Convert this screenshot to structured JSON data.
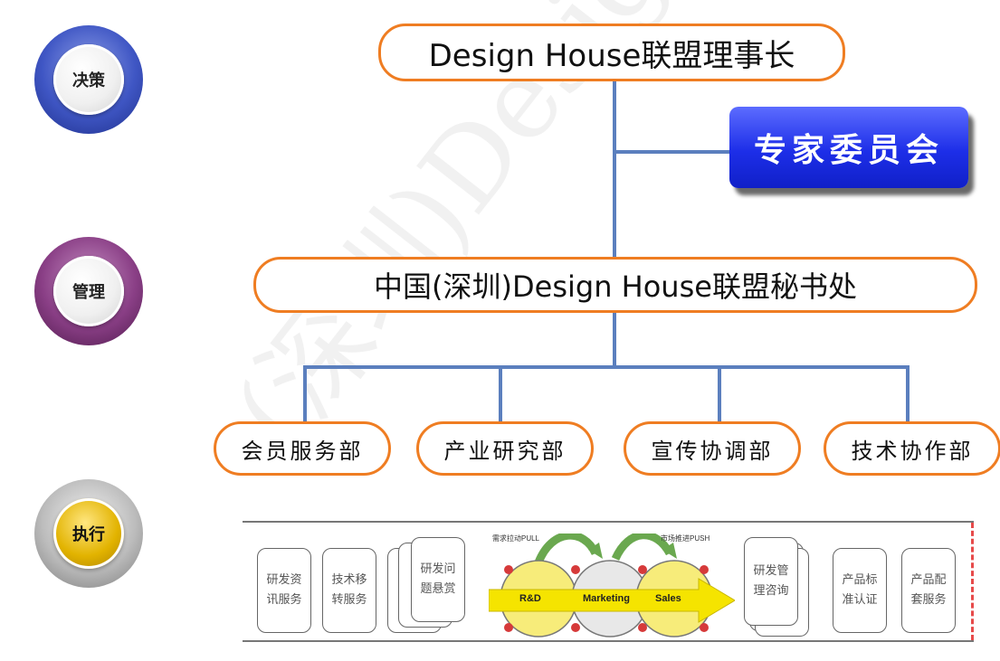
{
  "levels": [
    {
      "label": "决策",
      "ring_color": "#3f56c4"
    },
    {
      "label": "管理",
      "ring_color": "#8a3f86"
    },
    {
      "label": "执行",
      "ring_color": "#d4a800"
    }
  ],
  "chairman": "Design House联盟理事长",
  "expert_committee": "专家委员会",
  "secretariat": "中国(深圳)Design House联盟秘书处",
  "departments": [
    "会员服务部",
    "产业研究部",
    "宣传协调部",
    "技术协作部"
  ],
  "execution": {
    "left_cards": [
      "研发资讯服务",
      "技术移转服务",
      "研发问题悬赏"
    ],
    "right_cards": [
      "研发管理咨询",
      "产品标准认证",
      "产品配套服务"
    ],
    "flow": {
      "pull_label": "需求拉动PULL",
      "push_label": "市场推进PUSH",
      "stage_labels": [
        "R&D",
        "Marketing",
        "Sales"
      ]
    }
  },
  "watermark": "(深圳)Design House联盟",
  "colors": {
    "box_border": "#ef7d22",
    "connector": "#5b7fbe",
    "expert_bg": "#1d2ee8",
    "arrow_fill": "#f5e400",
    "arrow_green": "#6aa84f"
  }
}
